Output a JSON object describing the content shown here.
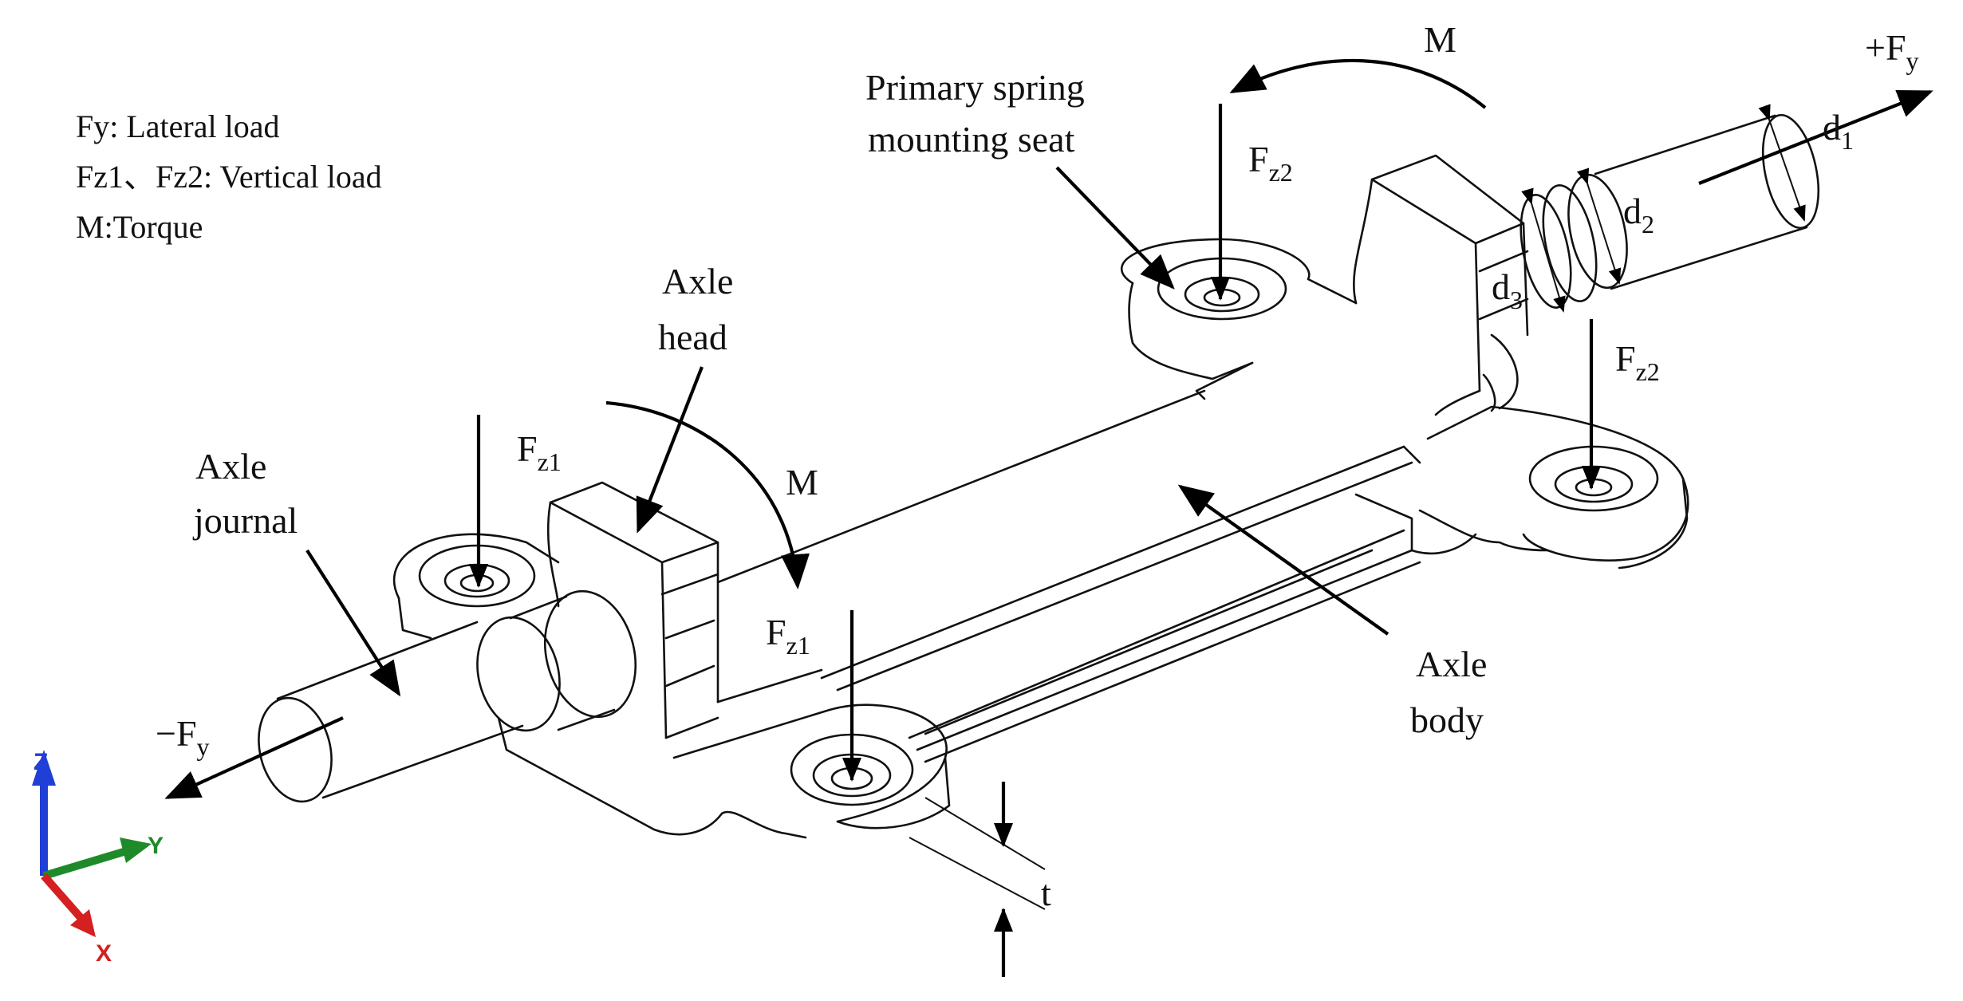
{
  "legend": {
    "line1": "Fy: Lateral load",
    "line2": "Fz1、Fz2: Vertical load",
    "line3": "M:Torque"
  },
  "labels": {
    "primary_spring_line1": "Primary spring",
    "primary_spring_line2": "mounting seat",
    "axle_head_line1": "Axle",
    "axle_head_line2": "head",
    "axle_journal_line1": "Axle",
    "axle_journal_line2": "journal",
    "axle_body_line1": "Axle",
    "axle_body_line2": "body",
    "moment_top": "M",
    "moment_left": "M",
    "fy_plus_sign": "+F",
    "fy_plus_sub": "y",
    "fy_minus_sign": "−F",
    "fy_minus_sub": "y",
    "fz2_main": "F",
    "fz2_sub": "z2",
    "fz1_main": "F",
    "fz1_sub": "z1",
    "d1_main": "d",
    "d1_sub": "1",
    "d2_main": "d",
    "d2_sub": "2",
    "d3_main": "d",
    "d3_sub": "3",
    "t_label": "t"
  },
  "axes_triad": {
    "z": "Z",
    "y": "Y",
    "x": "X",
    "colors": {
      "z": "#1f3fd6",
      "y": "#1f8a2a",
      "x": "#d42020"
    }
  }
}
